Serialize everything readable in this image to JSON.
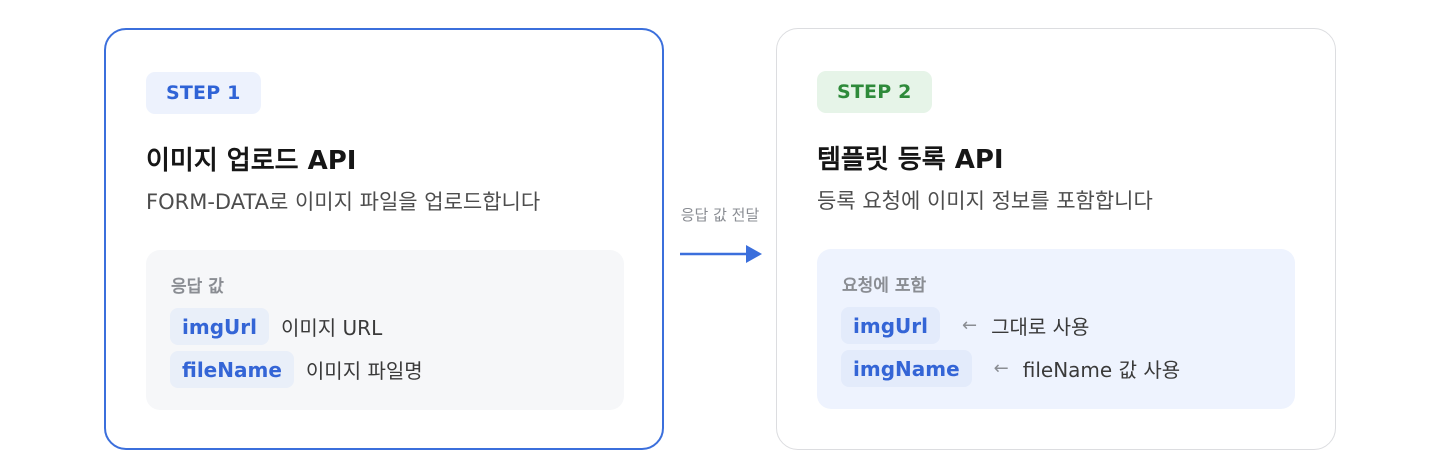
{
  "step1": {
    "badge": "STEP 1",
    "title": "이미지 업로드 API",
    "description": "FORM-DATA로 이미지 파일을 업로드합니다",
    "panel": {
      "label": "응답 값",
      "rows": [
        {
          "key": "imgUrl",
          "text": "이미지 URL"
        },
        {
          "key": "fileName",
          "text": "이미지 파일명"
        }
      ]
    }
  },
  "connector": {
    "label": "응답 값 전달",
    "arrow_icon": "arrow-right-icon"
  },
  "step2": {
    "badge": "STEP 2",
    "title": "템플릿 등록 API",
    "description": "등록 요청에 이미지 정보를 포함합니다",
    "panel": {
      "label": "요청에 포함",
      "rows": [
        {
          "key": "imgUrl",
          "arrow": "←",
          "text": "그대로 사용"
        },
        {
          "key": "imgName",
          "arrow": "←",
          "text": "fileName 값 사용"
        }
      ]
    }
  },
  "colors": {
    "accent_blue": "#3b6fdc",
    "step1_badge_text": "#2f63d6",
    "step2_badge_text": "#2e8a3a",
    "chip_text": "#3465d6"
  }
}
